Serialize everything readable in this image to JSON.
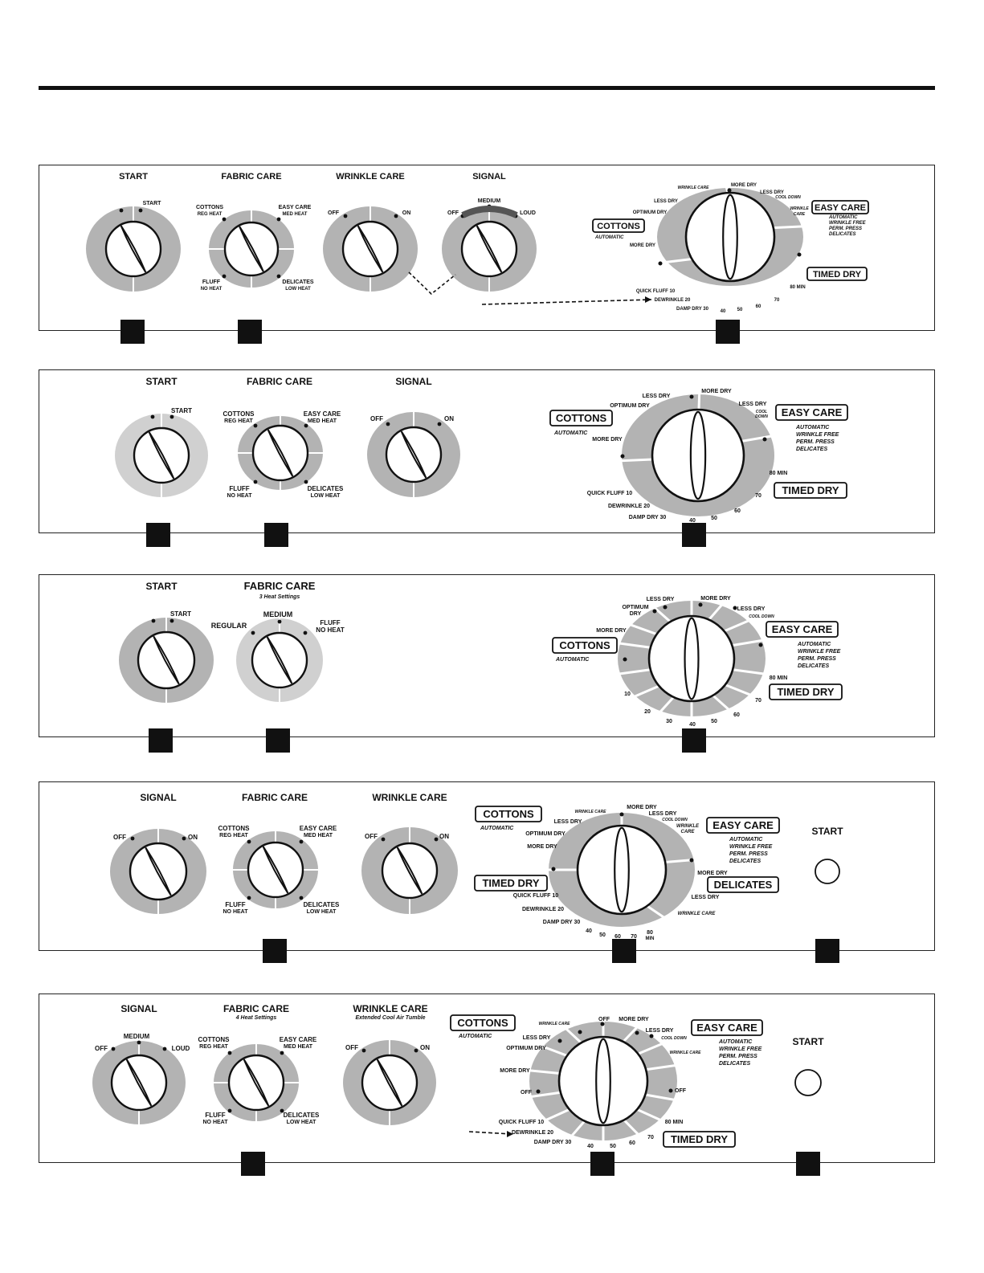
{
  "panels": [
    {
      "knobs": {
        "start": {
          "title": "START",
          "opts": [
            "START"
          ]
        },
        "fabric": {
          "title": "FABRIC CARE",
          "opts": [
            "COTTONS",
            "REG HEAT",
            "EASY CARE",
            "MED HEAT",
            "FLUFF",
            "NO HEAT",
            "DELICATES",
            "LOW HEAT"
          ]
        },
        "third": {
          "title": "WRINKLE CARE",
          "opts": [
            "OFF",
            "ON"
          ]
        },
        "fourth": {
          "title": "SIGNAL",
          "opts": [
            "OFF",
            "MEDIUM",
            "LOUD"
          ]
        }
      },
      "dial": {
        "labels": [
          "WRINKLE CARE",
          "MORE DRY",
          "LESS DRY",
          "COOL DOWN",
          "WRINKLE",
          "CARE",
          "LESS DRY",
          "OPTIMUM DRY",
          "MORE DRY",
          "QUICK FLUFF 10",
          "DEWRINKLE 20",
          "DAMP DRY 30",
          "40",
          "50",
          "60",
          "70",
          "80 MIN"
        ],
        "boxes": [
          "COTTONS",
          "EASY CARE",
          "TIMED DRY"
        ],
        "subs": [
          "AUTOMATIC",
          "AUTOMATIC",
          "WRINKLE FREE",
          "PERM. PRESS",
          "DELICATES"
        ]
      }
    },
    {
      "knobs": {
        "start": {
          "title": "START",
          "opts": [
            "START"
          ]
        },
        "fabric": {
          "title": "FABRIC CARE",
          "opts": [
            "COTTONS",
            "REG HEAT",
            "EASY CARE",
            "MED HEAT",
            "FLUFF",
            "NO HEAT",
            "DELICATES",
            "LOW HEAT"
          ]
        },
        "third": {
          "title": "SIGNAL",
          "opts": [
            "OFF",
            "ON"
          ]
        }
      },
      "dial": {
        "labels": [
          "LESS DRY",
          "MORE DRY",
          "OPTIMUM DRY",
          "LESS DRY",
          "COOL",
          "DOWN",
          "MORE DRY",
          "80 MIN",
          "QUICK FLUFF 10",
          "DEWRINKLE 20",
          "DAMP DRY 30",
          "40",
          "50",
          "60",
          "70"
        ],
        "boxes": [
          "COTTONS",
          "EASY CARE",
          "TIMED DRY"
        ],
        "subs": [
          "AUTOMATIC",
          "AUTOMATIC",
          "WRINKLE FREE",
          "PERM. PRESS",
          "DELICATES"
        ]
      }
    },
    {
      "knobs": {
        "start": {
          "title": "START",
          "opts": [
            "START"
          ]
        },
        "fabric": {
          "title": "FABRIC CARE",
          "subtitle": "3 Heat Settings",
          "opts": [
            "REGULAR",
            "MEDIUM",
            "FLUFF",
            "NO HEAT"
          ]
        }
      },
      "dial": {
        "labels": [
          "LESS DRY",
          "MORE DRY",
          "OPTIMUM",
          "DRY",
          "LESS DRY",
          "COOL DOWN",
          "MORE DRY",
          "80 MIN",
          "10",
          "20",
          "30",
          "40",
          "50",
          "60",
          "70"
        ],
        "boxes": [
          "COTTONS",
          "EASY CARE",
          "TIMED DRY"
        ],
        "subs": [
          "AUTOMATIC",
          "AUTOMATIC",
          "WRINKLE FREE",
          "PERM. PRESS",
          "DELICATES"
        ]
      }
    },
    {
      "knobs": {
        "signal": {
          "title": "SIGNAL",
          "opts": [
            "OFF",
            "ON"
          ]
        },
        "fabric": {
          "title": "FABRIC CARE",
          "opts": [
            "COTTONS",
            "REG HEAT",
            "EASY CARE",
            "MED HEAT",
            "FLUFF",
            "NO HEAT",
            "DELICATES",
            "LOW HEAT"
          ]
        },
        "wrinkle": {
          "title": "WRINKLE CARE",
          "opts": [
            "OFF",
            "ON"
          ]
        },
        "start": {
          "title": "START"
        }
      },
      "dial": {
        "labels": [
          "WRINKLE CARE",
          "MORE DRY",
          "LESS DRY",
          "LESS DRY",
          "COOL DOWN",
          "WRINKLE",
          "CARE",
          "OPTIMUM DRY",
          "MORE DRY",
          "QUICK FLUFF 10",
          "DEWRINKLE 20",
          "DAMP DRY 30",
          "40",
          "50",
          "60",
          "70",
          "80",
          "MIN",
          "MORE DRY",
          "LESS DRY",
          "WRINKLE CARE"
        ],
        "boxes": [
          "COTTONS",
          "EASY CARE",
          "TIMED DRY",
          "DELICATES"
        ],
        "subs": [
          "AUTOMATIC",
          "AUTOMATIC",
          "WRINKLE FREE",
          "PERM. PRESS",
          "DELICATES"
        ]
      }
    },
    {
      "knobs": {
        "signal": {
          "title": "SIGNAL",
          "opts": [
            "OFF",
            "MEDIUM",
            "LOUD"
          ]
        },
        "fabric": {
          "title": "FABRIC CARE",
          "subtitle": "4 Heat Settings",
          "opts": [
            "COTTONS",
            "REG HEAT",
            "EASY CARE",
            "MED HEAT",
            "FLUFF",
            "NO HEAT",
            "DELICATES",
            "LOW HEAT"
          ]
        },
        "wrinkle": {
          "title": "WRINKLE CARE",
          "subtitle": "Extended Cool Air Tumble",
          "opts": [
            "OFF",
            "ON"
          ]
        },
        "start": {
          "title": "START"
        }
      },
      "dial": {
        "labels": [
          "WRINKLE CARE",
          "OFF",
          "MORE DRY",
          "LESS DRY",
          "LESS DRY",
          "COOL DOWN",
          "OPTIMUM DRY",
          "WRINKLE CARE",
          "MORE DRY",
          "OFF",
          "OFF",
          "QUICK FLUFF 10",
          "DEWRINKLE 20",
          "DAMP DRY 30",
          "40",
          "50",
          "60",
          "70",
          "80 MIN"
        ],
        "boxes": [
          "COTTONS",
          "EASY CARE",
          "TIMED DRY"
        ],
        "subs": [
          "AUTOMATIC",
          "AUTOMATIC",
          "WRINKLE FREE",
          "PERM. PRESS",
          "DELICATES"
        ]
      }
    }
  ]
}
